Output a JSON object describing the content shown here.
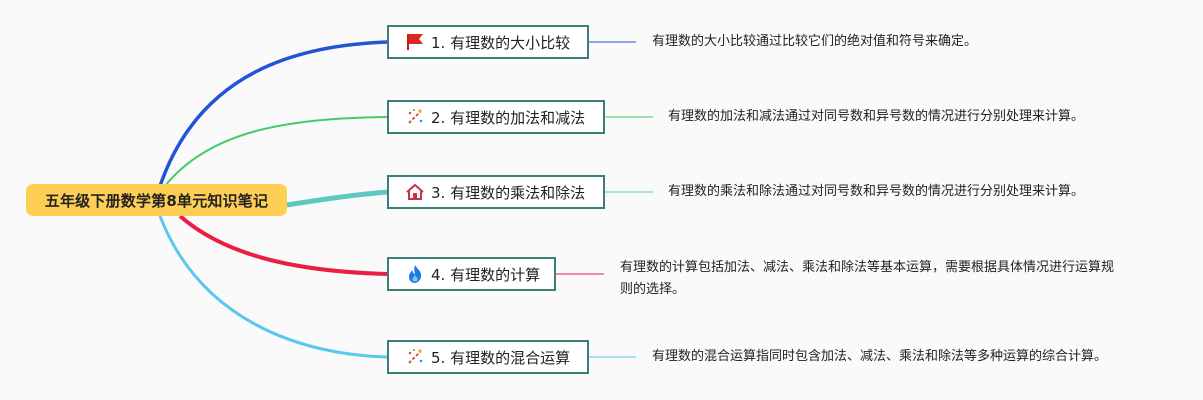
{
  "root": {
    "title": "五年级下册数学第8单元知识笔记"
  },
  "topics": [
    {
      "label": "1. 有理数的大小比较",
      "icon": "red-flag-icon",
      "description": "有理数的大小比较通过比较它们的绝对值和符号来确定。",
      "branch_color": "#2255d4",
      "desc_line_color": "#2255d4"
    },
    {
      "label": "2. 有理数的加法和减法",
      "icon": "party-popper-icon",
      "description": "有理数的加法和减法通过对同号数和异号数的情况进行分别处理来计算。",
      "branch_color": "#44cc66",
      "desc_line_color": "#44cc66"
    },
    {
      "label": "3. 有理数的乘法和除法",
      "icon": "house-icon",
      "description": "有理数的乘法和除法通过对同号数和异号数的情况进行分别处理来计算。",
      "branch_color": "#5ec8c0",
      "desc_line_color": "#5ec8c0"
    },
    {
      "label": "4. 有理数的计算",
      "icon": "flame-icon",
      "description": "有理数的计算包括加法、减法、乘法和除法等基本运算，需要根据具体情况进行运算规则的选择。",
      "branch_color": "#ea1f43",
      "desc_line_color": "#ea1f43"
    },
    {
      "label": "5. 有理数的混合运算",
      "icon": "party-popper-icon",
      "description": "有理数的混合运算指同时包含加法、减法、乘法和除法等多种运算的综合计算。",
      "branch_color": "#5bc6ee",
      "desc_line_color": "#5bc6ee"
    }
  ]
}
